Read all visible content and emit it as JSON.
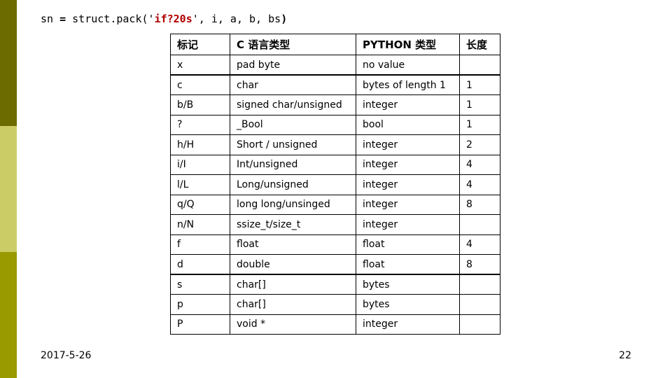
{
  "sidebar": {
    "colors": [
      "#6b6b00",
      "#cccc66",
      "#999900"
    ]
  },
  "code": {
    "prefix": "sn ",
    "eq": "=",
    "call_open": " struct.pack(",
    "quote_open": "'",
    "format": "if?20s",
    "quote_close": "'",
    "args": ", i, a, b, bs",
    "call_close": ")"
  },
  "table": {
    "headers": [
      "标记",
      "C 语言类型",
      "PYTHON 类型",
      "长度"
    ],
    "rows": [
      [
        "x",
        "pad byte",
        "no value",
        ""
      ],
      [
        "c",
        "char",
        "bytes of length 1",
        "1"
      ],
      [
        "b/B",
        "signed char/unsigned",
        "integer",
        "1"
      ],
      [
        "?",
        "_Bool",
        "bool",
        "1"
      ],
      [
        "h/H",
        "Short / unsigned",
        "integer",
        "2"
      ],
      [
        "i/I",
        "Int/unsigned",
        "integer",
        "4"
      ],
      [
        "l/L",
        "Long/unsigned",
        "integer",
        "4"
      ],
      [
        "q/Q",
        "long long/unsinged",
        "integer",
        "8"
      ],
      [
        "n/N",
        "ssize_t/size_t",
        "integer",
        ""
      ],
      [
        "f",
        "float",
        "float",
        "4"
      ],
      [
        "d",
        "double",
        "float",
        "8"
      ],
      [
        "s",
        "char[]",
        "bytes",
        ""
      ],
      [
        "p",
        "char[]",
        "bytes",
        ""
      ],
      [
        "P",
        "void *",
        "integer",
        ""
      ]
    ]
  },
  "footer": {
    "date": "2017-5-26",
    "page": "22"
  }
}
